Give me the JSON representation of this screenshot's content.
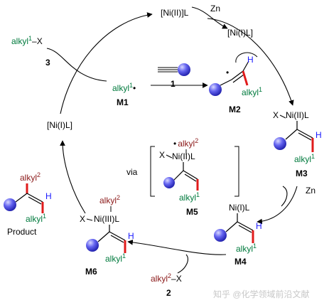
{
  "nodes": {
    "ni2_top": "[Ni(II)]L",
    "zn_top": "Zn",
    "ni1_top": "[Ni(I)L]",
    "alkyl1x_alkyl": "alkyl",
    "alkyl1x_sup": "1",
    "alkyl1x_x": "–X",
    "num3": "3",
    "m1_alkyl": "alkyl",
    "m1_sup": "1",
    "m1_dot": "•",
    "m1_label": "M1",
    "num1": "1",
    "m2_dot": "•",
    "m2_h": "H",
    "m2_alkyl": "alkyl",
    "m2_sup": "1",
    "m2_label": "M2",
    "m3_x": "X",
    "m3_ni": "Ni(II)L",
    "m3_h": "H",
    "m3_alkyl": "alkyl",
    "m3_sup": "1",
    "m3_label": "M3",
    "zn_right": "Zn",
    "m4_ni": "Ni(I)L",
    "m4_h": "H",
    "m4_alkyl": "alkyl",
    "m4_sup": "1",
    "m4_label": "M4",
    "ni1_left": "[Ni(I)L]",
    "m5_dot": "•",
    "m5_alkyl2": "alkyl",
    "m5_sup2": "2",
    "m5_x": "X",
    "m5_ni": "Ni(II)L",
    "m5_alkyl1": "alkyl",
    "m5_sup1": "1",
    "m5_label": "M5",
    "via": "via",
    "prod_alkyl2": "alkyl",
    "prod_sup2": "2",
    "prod_h": "H",
    "prod_alkyl1": "alkyl",
    "prod_sup1": "1",
    "product": "Product",
    "m6_alkyl2": "alkyl",
    "m6_sup2": "2",
    "m6_x": "X",
    "m6_ni": "Ni(III)L",
    "m6_h": "H",
    "m6_alkyl1": "alkyl",
    "m6_sup1": "1",
    "m6_label": "M6",
    "alkyl2x_alkyl": "alkyl",
    "alkyl2x_sup": "2",
    "alkyl2x_x": "–X",
    "num2": "2",
    "watermark": "知乎 @化学领域前沿文献"
  },
  "colors": {
    "alkyl1": "#007a3d",
    "alkyl2": "#8b1a1a",
    "hydrogen": "#1a1aff",
    "bond_highlight": "#e01b1b",
    "sphere": "#4a4ae8"
  }
}
